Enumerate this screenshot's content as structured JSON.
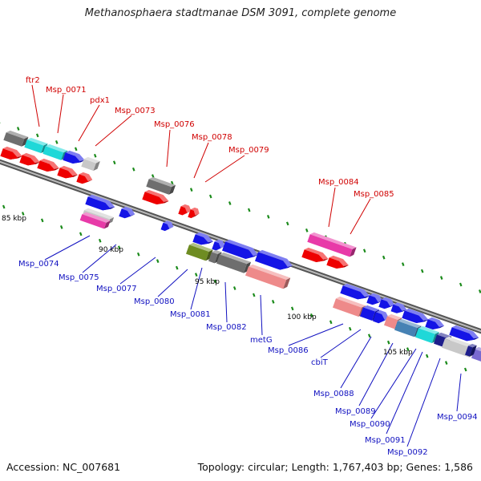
{
  "title": "Methanosphaera stadtmanae DSM 3091, complete genome",
  "footer": {
    "accession": "Accession: NC_007681",
    "summary": "Topology: circular; Length: 1,767,403 bp; Genes: 1,586"
  },
  "colors": {
    "forward_label": "#d00000",
    "reverse_label": "#1010c0",
    "backbone": "#888888",
    "tick": "#1a8a1a",
    "red": "#ee0000",
    "blue": "#1414e6",
    "gray": "#6e6e6e",
    "lightgray": "#c8c8c8",
    "cyan": "#1fd8d8",
    "pink": "#e83aa8",
    "salmon": "#ee8a8a",
    "olive": "#6e8c22",
    "steelblue": "#4682b4",
    "navy": "#1e1e8c",
    "slateblue": "#7a6ad0"
  },
  "scale_labels": [
    "85 kbp",
    "90 kbp",
    "95 kbp",
    "100 kbp",
    "105 kbp"
  ],
  "forward_genes": [
    "ftr2",
    "Msp_0071",
    "pdx1",
    "Msp_0073",
    "Msp_0076",
    "Msp_0078",
    "Msp_0079",
    "Msp_0084",
    "Msp_0085"
  ],
  "reverse_genes": [
    "Msp_0074",
    "Msp_0075",
    "Msp_0077",
    "Msp_0080",
    "Msp_0081",
    "Msp_0082",
    "metG",
    "Msp_0086",
    "cbiT",
    "Msp_0088",
    "Msp_0089",
    "Msp_0090",
    "Msp_0091",
    "Msp_0092",
    "Msp_0094"
  ]
}
